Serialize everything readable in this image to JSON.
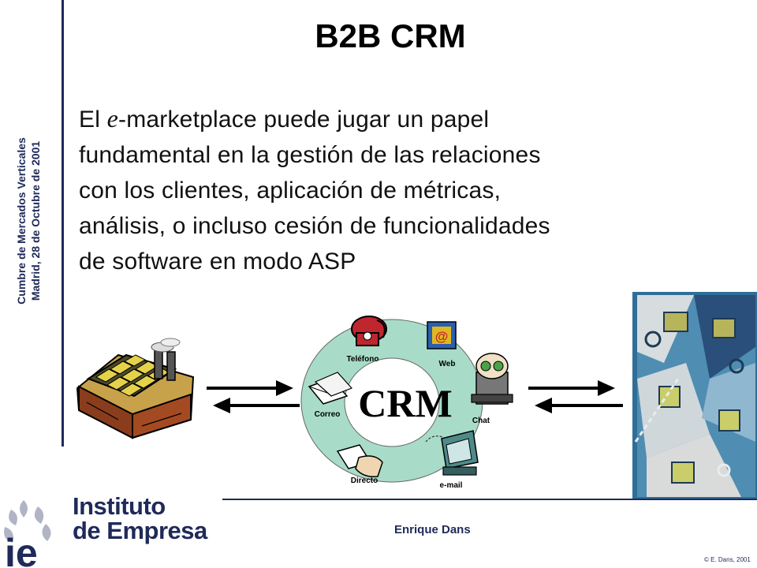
{
  "header": {
    "title": "B2B CRM"
  },
  "sidebar": {
    "line1": "Cumbre de Mercados Verticales",
    "line2": "Madrid, 28 de Octubre de 2001"
  },
  "body": {
    "prefix": "El ",
    "em": "e",
    "line1_rest": "-marketplace puede jugar un papel",
    "line2": "fundamental en la gestión de las relaciones",
    "line3": "con los clientes, aplicación de métricas,",
    "line4": "análisis, o incluso cesión de funcionalidades",
    "line5": "de software en modo ASP"
  },
  "diagram": {
    "center": "CRM",
    "channels": {
      "phone": "Teléfono",
      "web": "Web",
      "mail": "Correo",
      "chat": "Chat",
      "direct": "Directo",
      "email": "e-mail"
    }
  },
  "footer": {
    "logo_line1": "Instituto",
    "logo_line2": "de Empresa",
    "logo_mark": "ie",
    "author": "Enrique Dans",
    "copyright": "© E. Dans, 2001"
  },
  "colors": {
    "navy": "#1f2a5a",
    "ring": "#a8dcc8",
    "logo_mark": "#1f2a5a"
  }
}
